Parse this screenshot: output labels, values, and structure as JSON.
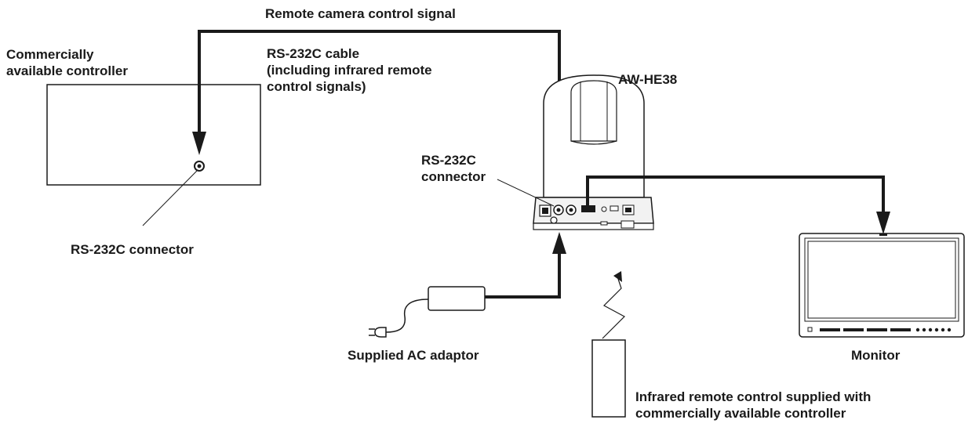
{
  "labels": {
    "signal_title": "Remote camera control signal",
    "controller_title": [
      "Commercially",
      "available controller"
    ],
    "cable_label": [
      "RS-232C cable",
      "(including infrared remote",
      "control signals)"
    ],
    "camera_model": "AW-HE38",
    "camera_connector": [
      "RS-232C",
      "connector"
    ],
    "controller_connector": "RS-232C connector",
    "ac_adaptor": "Supplied AC adaptor",
    "monitor": "Monitor",
    "remote_control": [
      "Infrared remote control supplied with",
      "commercially available controller"
    ]
  },
  "colors": {
    "line": "#1a1a1a",
    "device_fill": "#ffffff",
    "panel_fill": "#f2f2f2"
  }
}
